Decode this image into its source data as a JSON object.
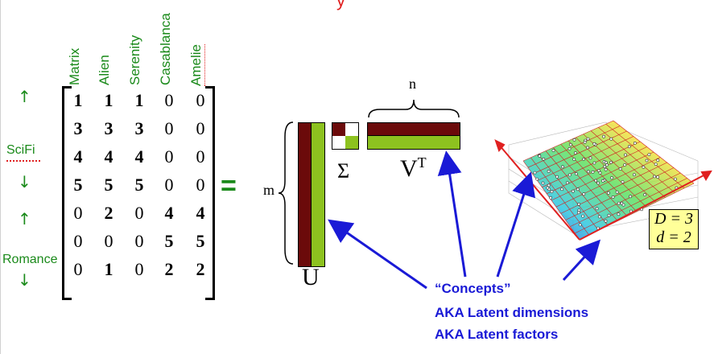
{
  "header_fragment": "y",
  "movies": [
    "Matrix",
    "Alien",
    "Serenity",
    "Casablanca",
    "Amelie"
  ],
  "matrix": [
    [
      "1",
      "1",
      "1",
      "0",
      "0"
    ],
    [
      "3",
      "3",
      "3",
      "0",
      "0"
    ],
    [
      "4",
      "4",
      "4",
      "0",
      "0"
    ],
    [
      "5",
      "5",
      "5",
      "0",
      "0"
    ],
    [
      "0",
      "2",
      "0",
      "4",
      "4"
    ],
    [
      "0",
      "0",
      "0",
      "5",
      "5"
    ],
    [
      "0",
      "1",
      "0",
      "2",
      "2"
    ]
  ],
  "bold_mask": [
    [
      1,
      1,
      1,
      0,
      0
    ],
    [
      1,
      1,
      1,
      0,
      0
    ],
    [
      1,
      1,
      1,
      0,
      0
    ],
    [
      1,
      1,
      1,
      0,
      0
    ],
    [
      0,
      1,
      0,
      1,
      1
    ],
    [
      0,
      0,
      0,
      1,
      1
    ],
    [
      0,
      1,
      0,
      1,
      1
    ]
  ],
  "groups": {
    "scifi": "SciFi",
    "romance": "Romance"
  },
  "equals": "=",
  "dims": {
    "m": "m",
    "n": "n"
  },
  "factors": {
    "u": "U",
    "sigma": "Σ",
    "vt_base": "V",
    "vt_sup": "T"
  },
  "plot_box": {
    "line1": "D = 3",
    "line2": "d = 2"
  },
  "concepts": {
    "line1": "“Concepts”",
    "line2": "AKA Latent dimensions",
    "line3": "AKA Latent factors"
  },
  "colors": {
    "green": "#1a8a1a",
    "dark_red": "#6b0a0a",
    "lime": "#8dc21f",
    "blue": "#1a1ad6",
    "red_axis": "#e02020"
  }
}
